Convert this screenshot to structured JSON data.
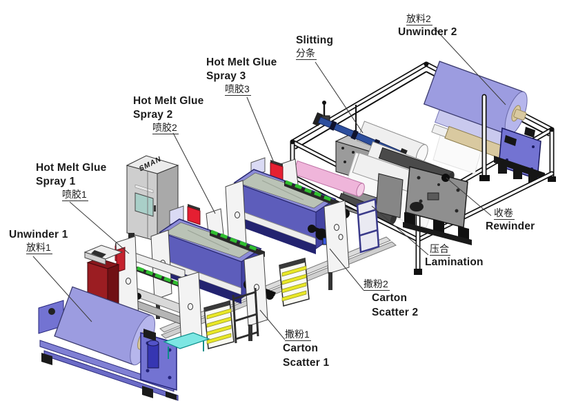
{
  "cabinet": {
    "brand": "SMAN"
  },
  "labels": {
    "unwinder1": {
      "en": "Unwinder 1",
      "zh": "放料1"
    },
    "spray1": {
      "en": "Hot Melt Glue\nSpray 1",
      "zh": "喷胶1"
    },
    "spray2": {
      "en": "Hot Melt Glue\nSpray 2",
      "zh": "喷胶2"
    },
    "spray3": {
      "en": "Hot Melt Glue\nSpray 3",
      "zh": "喷胶3"
    },
    "slitting": {
      "en": "Slitting",
      "zh": "分条"
    },
    "unwinder2": {
      "en": "Unwinder 2",
      "zh": "放料2"
    },
    "rewinder": {
      "en": "Rewinder",
      "zh": "收卷"
    },
    "lamination": {
      "en": "Lamination",
      "zh": "压合"
    },
    "scatter2": {
      "en": "Carton\nScatter 2",
      "zh": "撒粉2"
    },
    "scatter1": {
      "en": "Carton\nScatter 1",
      "zh": "撒粉1"
    }
  },
  "colors": {
    "roll": "#9c9ce0",
    "roll_end": "#b6b6ec",
    "roll_core": "#d9c9a0",
    "stand": "#7373d2",
    "stand_dark": "#2c2c85",
    "hopper": "#5d5dbb",
    "hopper_rim": "#8c8cd8",
    "hopper_side": "#4343a2",
    "navy": "#232370",
    "glass": "#bac3b6",
    "red": "#e51f32",
    "maroon": "#9b1d22",
    "green": "#2fbe2f",
    "yellow": "#e9e826",
    "pink": "#efb5da",
    "cyan": "#7de7e3",
    "teal": "#a9cfc8",
    "metal": "#8f8f8f",
    "white_part": "#f3f3f3",
    "ink": "#141414",
    "leader": "#3f3f3f",
    "text": "#1b1b1b"
  }
}
